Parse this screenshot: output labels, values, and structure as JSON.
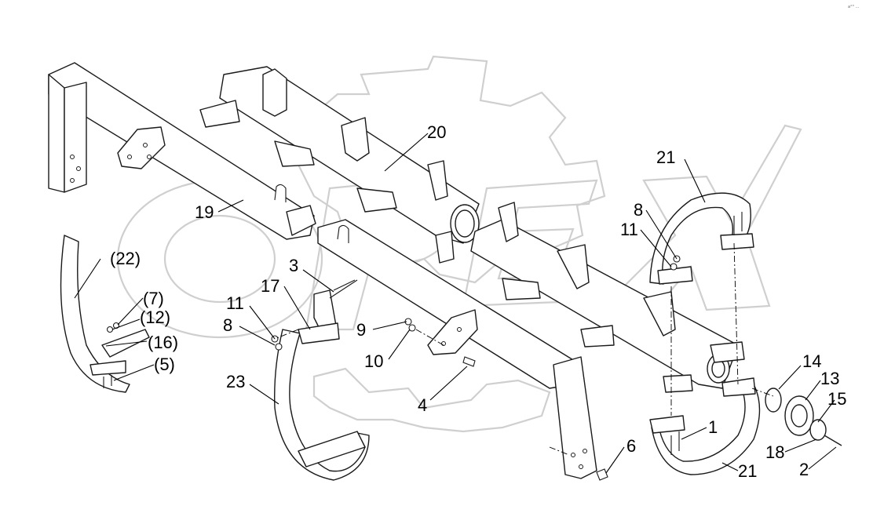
{
  "watermark": {
    "brand": "OPEX",
    "color": "#cfcfcf"
  },
  "corner_mark": "a°° ...",
  "callouts": [
    {
      "id": "c20",
      "text": "20"
    },
    {
      "id": "c21a",
      "text": "21"
    },
    {
      "id": "c8a",
      "text": "8"
    },
    {
      "id": "c11a",
      "text": "11"
    },
    {
      "id": "c19",
      "text": "19"
    },
    {
      "id": "c22",
      "text": "(22)"
    },
    {
      "id": "c3",
      "text": "3"
    },
    {
      "id": "c17",
      "text": "17"
    },
    {
      "id": "c7",
      "text": "(7)"
    },
    {
      "id": "c12",
      "text": "(12)"
    },
    {
      "id": "c16",
      "text": "(16)"
    },
    {
      "id": "c11b",
      "text": "11"
    },
    {
      "id": "c8b",
      "text": "8"
    },
    {
      "id": "c9",
      "text": "9"
    },
    {
      "id": "c10",
      "text": "10"
    },
    {
      "id": "c5",
      "text": "(5)"
    },
    {
      "id": "c23",
      "text": "23"
    },
    {
      "id": "c4",
      "text": "4"
    },
    {
      "id": "c14",
      "text": "14"
    },
    {
      "id": "c13",
      "text": "13"
    },
    {
      "id": "c15",
      "text": "15"
    },
    {
      "id": "c1",
      "text": "1"
    },
    {
      "id": "c6",
      "text": "6"
    },
    {
      "id": "c18",
      "text": "18"
    },
    {
      "id": "c21b",
      "text": "21"
    },
    {
      "id": "c2",
      "text": "2"
    }
  ]
}
